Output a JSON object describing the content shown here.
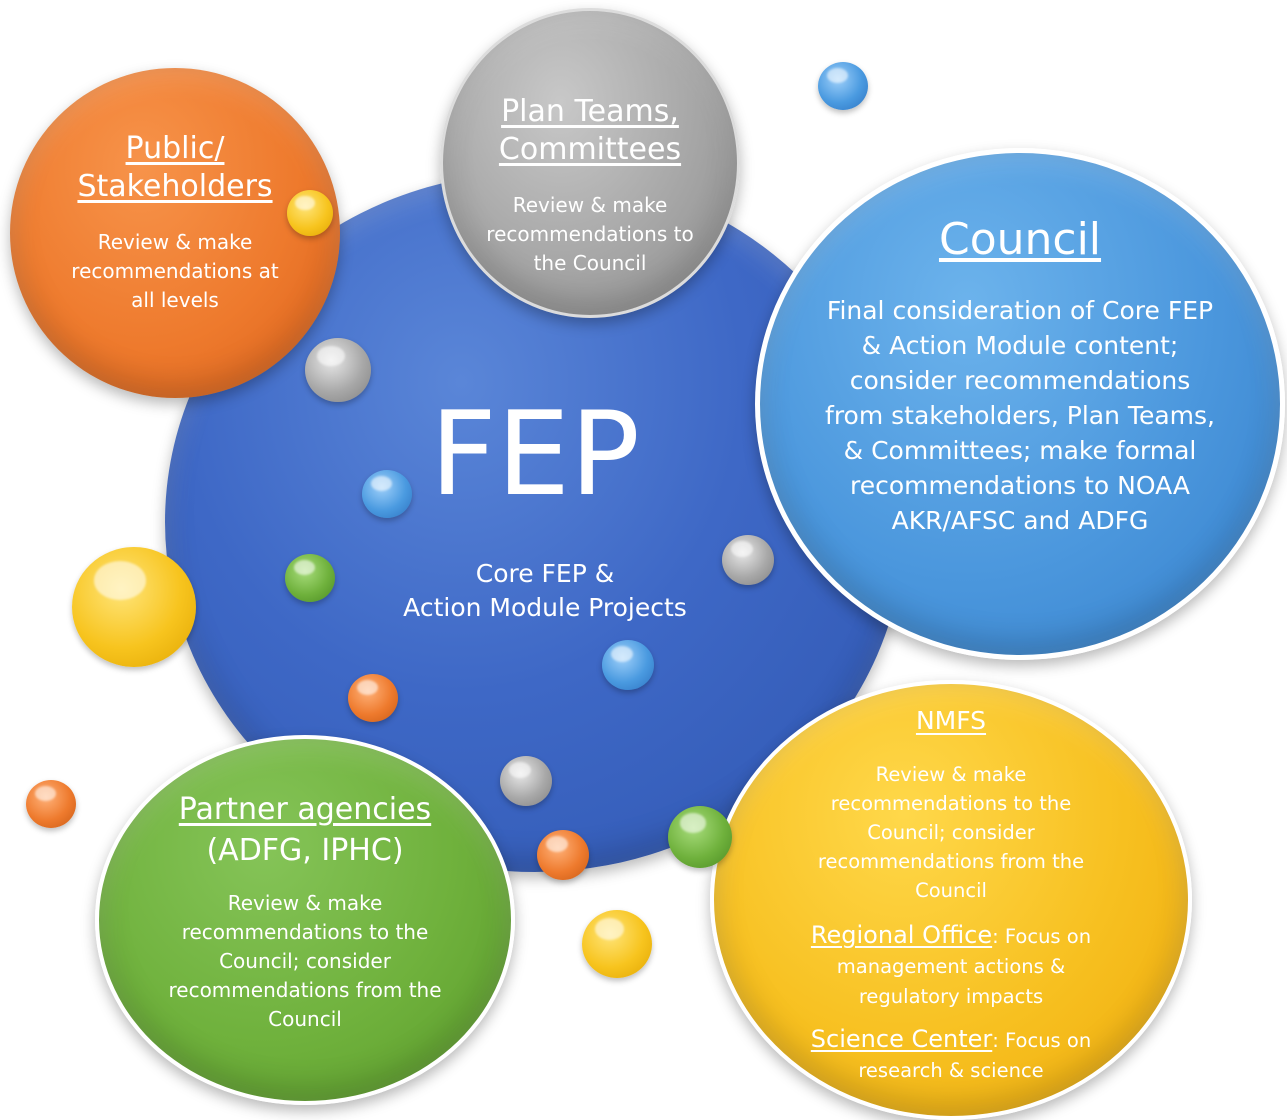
{
  "center": {
    "title": "FEP",
    "subtitle_line1": "Core FEP &",
    "subtitle_line2": "Action Module Projects"
  },
  "public": {
    "title_line1": "Public/",
    "title_line2": "Stakeholders",
    "description": "Review & make recommendations at all levels"
  },
  "plan_teams": {
    "title_line1": "Plan Teams,",
    "title_line2": "Committees",
    "description": "Review & make recommendations to the Council"
  },
  "council": {
    "title": "Council",
    "description": "Final consideration of Core FEP & Action Module content; consider recommendations from stakeholders, Plan Teams, & Committees; make formal recommendations to NOAA AKR/AFSC and ADFG"
  },
  "nmfs": {
    "title": "NMFS",
    "description": "Review & make recommendations to the Council; consider recommendations from the Council",
    "regional_office_label": "Regional Office",
    "regional_office_text": ": Focus on management actions & regulatory impacts",
    "science_center_label": "Science Center",
    "science_center_text": ": Focus on research & science"
  },
  "partners": {
    "title": "Partner agencies",
    "subtitle": "(ADFG, IPHC)",
    "description": "Review & make recommendations to the Council; consider recommendations from the Council"
  },
  "colors": {
    "fep_blue": "#3e68c6",
    "public_orange": "#ee7a2d",
    "plan_teams_gray": "#a6a6a6",
    "council_blue": "#4b97dd",
    "nmfs_yellow": "#f7c020",
    "partners_green": "#6fb13c"
  },
  "decorative_balls": [
    {
      "color": "yellow"
    },
    {
      "color": "blue"
    },
    {
      "color": "gray"
    },
    {
      "color": "blue"
    },
    {
      "color": "green"
    },
    {
      "color": "yellow"
    },
    {
      "color": "gray"
    },
    {
      "color": "blue"
    },
    {
      "color": "orange"
    },
    {
      "color": "gray"
    },
    {
      "color": "green"
    },
    {
      "color": "orange"
    },
    {
      "color": "orange"
    },
    {
      "color": "yellow"
    }
  ]
}
